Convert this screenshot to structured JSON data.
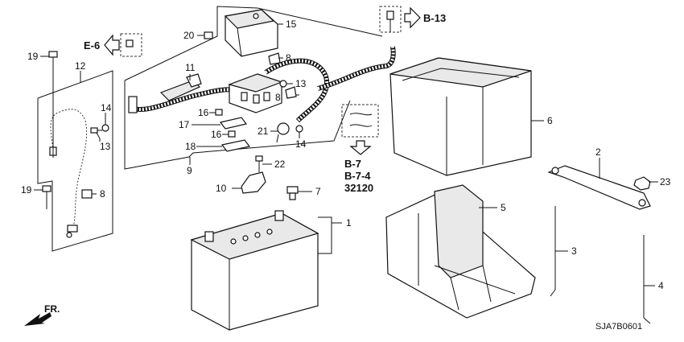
{
  "callouts": {
    "p1": "1",
    "p2": "2",
    "p3": "3",
    "p4": "4",
    "p5": "5",
    "p6": "6",
    "p7": "7",
    "p8a": "8",
    "p8b": "8",
    "p8c": "8",
    "p9": "9",
    "p10": "10",
    "p11": "11",
    "p12": "12",
    "p13a": "13",
    "p13b": "13",
    "p14a": "14",
    "p14b": "14",
    "p15": "15",
    "p16a": "16",
    "p16b": "16",
    "p17": "17",
    "p18": "18",
    "p19a": "19",
    "p19b": "19",
    "p20": "20",
    "p21": "21",
    "p22": "22",
    "p23": "23"
  },
  "references": {
    "e6": "E-6",
    "b13": "B-13",
    "b7": "B-7",
    "b74": "B-7-4",
    "r32120": "32120"
  },
  "orientation": {
    "front_label": "FR."
  },
  "diagram_code": "SJA7B0601"
}
